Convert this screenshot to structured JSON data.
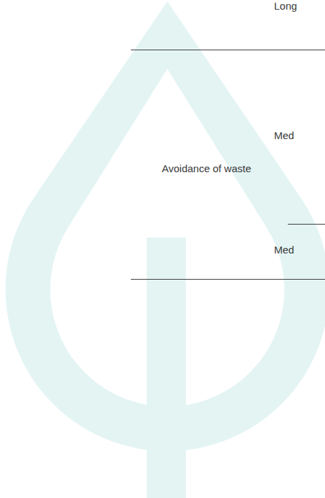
{
  "diagram": {
    "labels": [
      "Long",
      "Med",
      "Avoidance of waste",
      "Med"
    ]
  }
}
